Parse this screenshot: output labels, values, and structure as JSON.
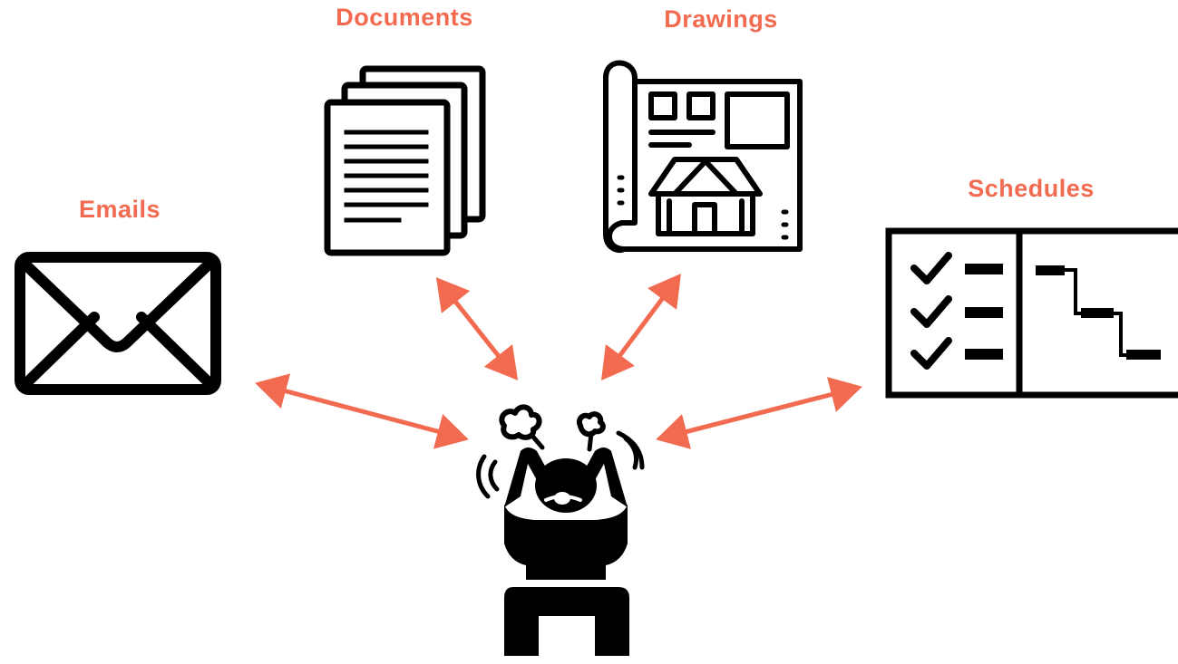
{
  "colors": {
    "accent": "#f26b50",
    "icon": "#000000",
    "background": "#ffffff"
  },
  "nodes": {
    "documents": {
      "label": "Documents",
      "icon": "documents-stack-icon"
    },
    "drawings": {
      "label": "Drawings",
      "icon": "blueprint-house-icon"
    },
    "emails": {
      "label": "Emails",
      "icon": "envelope-icon"
    },
    "schedules": {
      "label": "Schedules",
      "icon": "gantt-checklist-icon"
    },
    "person": {
      "icon": "stressed-person-icon"
    }
  },
  "connections": [
    {
      "from": "person",
      "to": "emails"
    },
    {
      "from": "person",
      "to": "documents"
    },
    {
      "from": "person",
      "to": "drawings"
    },
    {
      "from": "person",
      "to": "schedules"
    }
  ]
}
